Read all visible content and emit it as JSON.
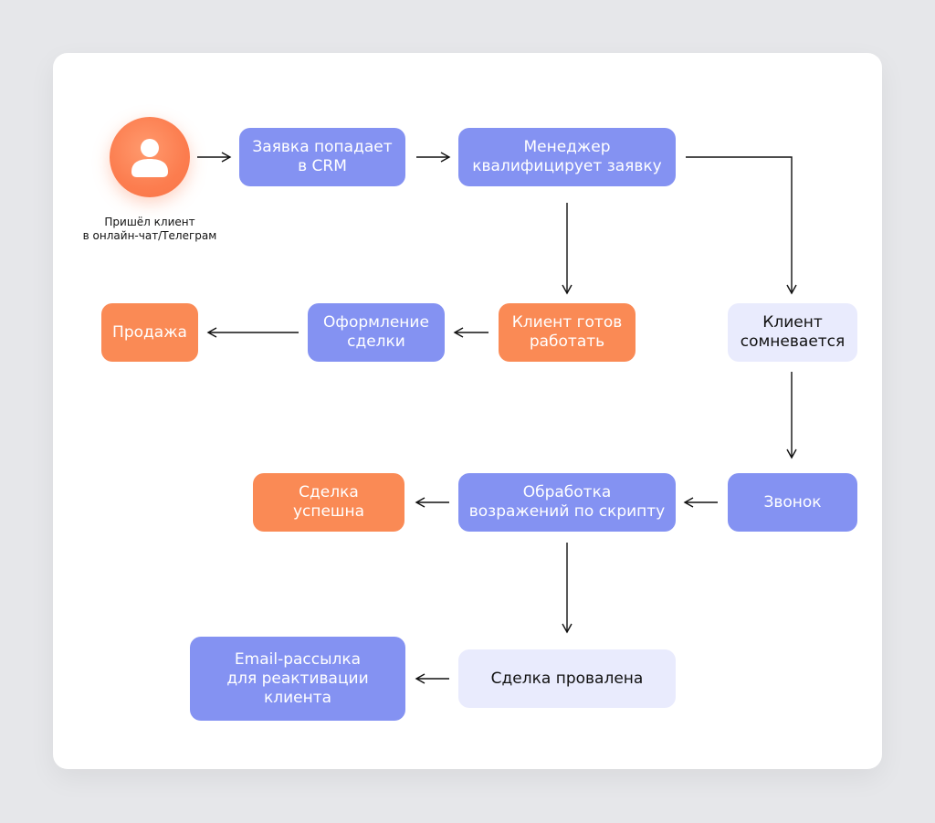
{
  "client_caption": "Пришёл клиент\nв онлайн-чат/Телеграм",
  "nodes": {
    "zayavka": "Заявка попадает\nв CRM",
    "manager": "Менеджер\nквалифицирует заявку",
    "ready": "Клиент готов\nработать",
    "oformlenie": "Оформление\nсделки",
    "prodazha": "Продажа",
    "doubts": "Клиент\nсомневается",
    "zvonok": "Звонок",
    "obrabotka": "Обработка\nвозражений по скрипту",
    "success": "Сделка\nуспешна",
    "failed": "Сделка провалена",
    "email": "Email-рассылка\nдля реактивации\nклиента"
  },
  "colors": {
    "primary": "#8492f2",
    "orange": "#fa8a55",
    "light": "#e9ebfd",
    "background": "#e6e7ea"
  },
  "icons": {
    "avatar": "user-icon"
  }
}
